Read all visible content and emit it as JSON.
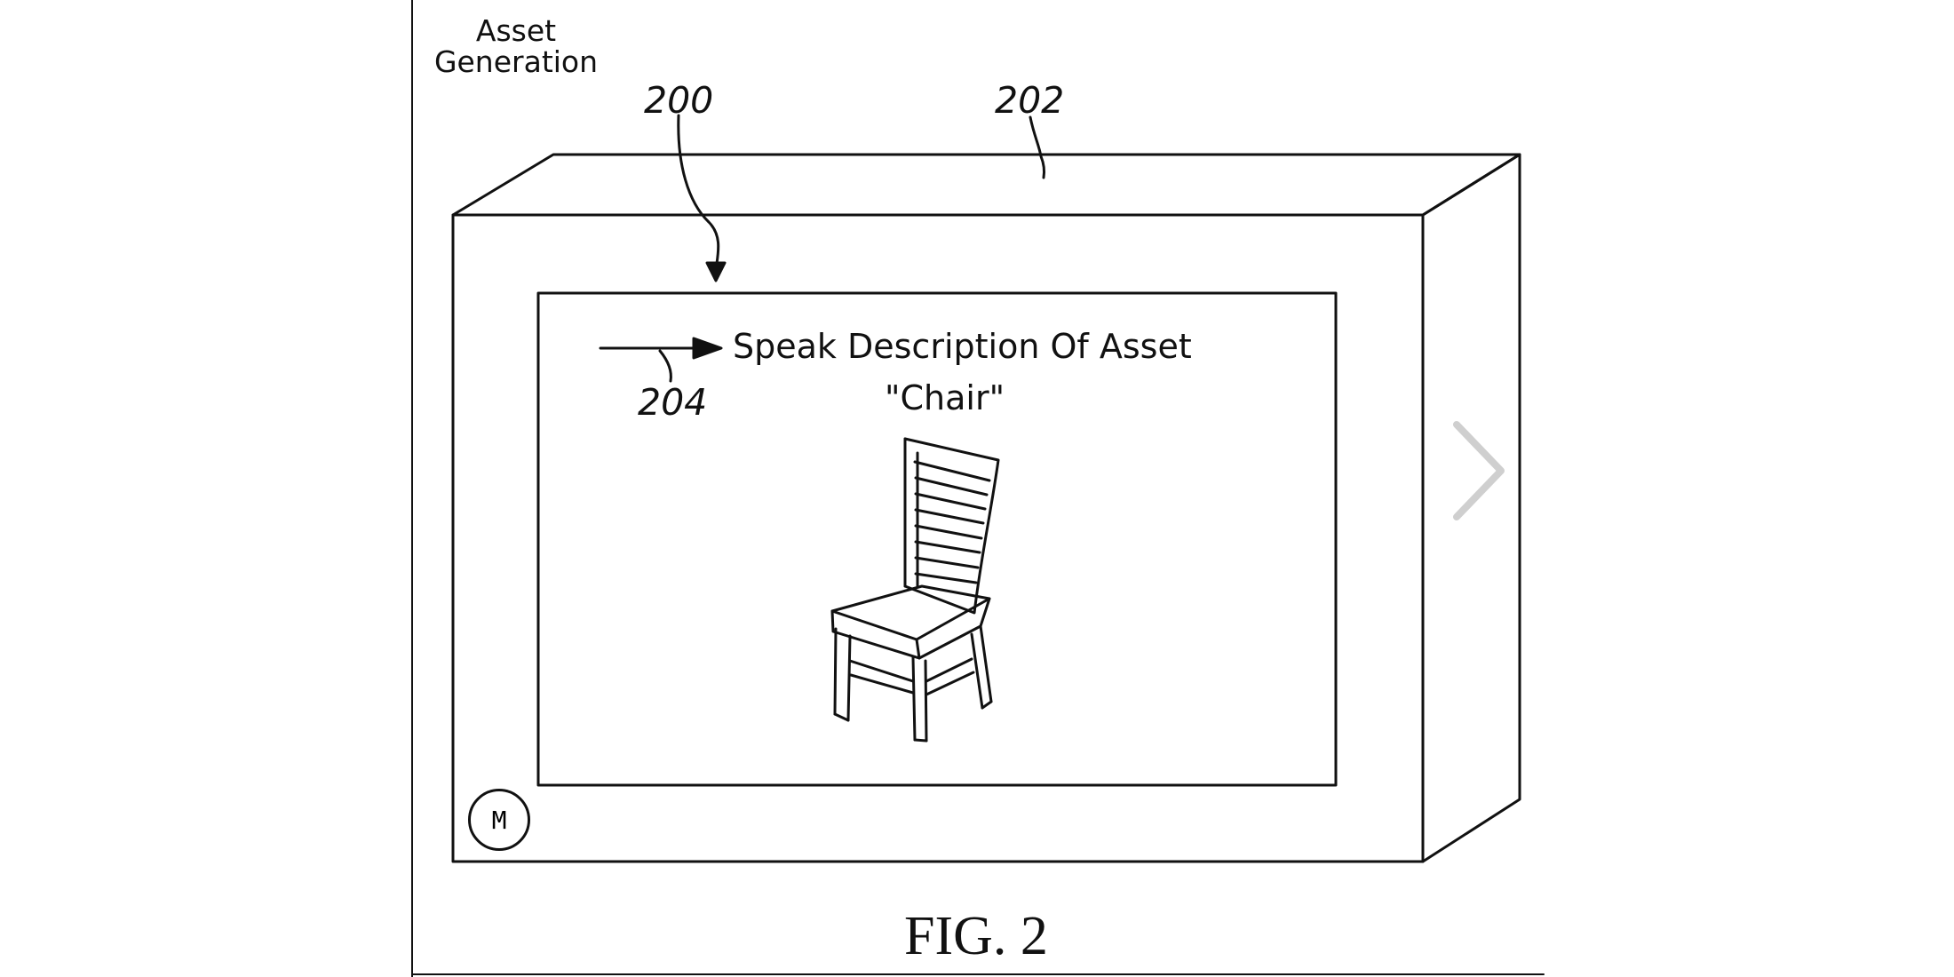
{
  "header": {
    "title": "Asset Generation"
  },
  "reference_numerals": {
    "ui_screen": "200",
    "device": "202",
    "voice_prompt": "204"
  },
  "screen": {
    "prompt": "Speak Description Of Asset",
    "spoken_input": "\"Chair\"",
    "preview_icon": "chair-icon"
  },
  "controls": {
    "mic_button_label": "M",
    "next_icon": "chevron-right-icon"
  },
  "caption": {
    "text": "FIG. 2"
  },
  "colors": {
    "line": "#111111",
    "background": "#ffffff",
    "next_arrow": "#cfcfcf"
  }
}
